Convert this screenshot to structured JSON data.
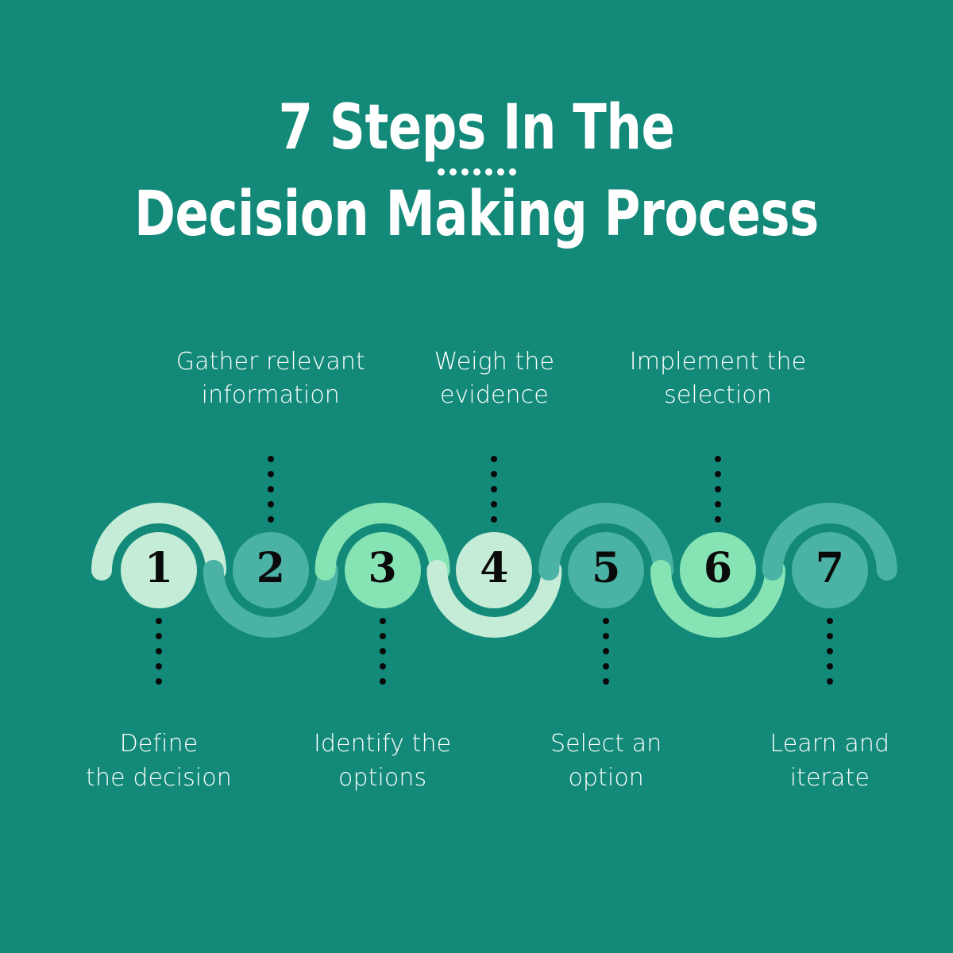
{
  "poster": {
    "background_color": "#138a79",
    "title_line1": "7 Steps In The",
    "title_line2": "Decision Making Process",
    "title_color": "#ffffff",
    "divider_dot_count": 7
  },
  "steps": [
    {
      "number": "1",
      "label_line1": "Define",
      "label_line2": "the decision",
      "label_position": "below",
      "circle_color": "#c5ecd7",
      "arc_color": "#c5ecd7",
      "arc_position": "above"
    },
    {
      "number": "2",
      "label_line1": "Gather relevant",
      "label_line2": "information",
      "label_position": "above",
      "circle_color": "#4bb3a5",
      "arc_color": "#4bb3a5",
      "arc_position": "below"
    },
    {
      "number": "3",
      "label_line1": "Identify the",
      "label_line2": "options",
      "label_position": "below",
      "circle_color": "#86e3b4",
      "arc_color": "#86e3b4",
      "arc_position": "above"
    },
    {
      "number": "4",
      "label_line1": "Weigh the",
      "label_line2": "evidence",
      "label_position": "above",
      "circle_color": "#c5ecd7",
      "arc_color": "#c5ecd7",
      "arc_position": "below"
    },
    {
      "number": "5",
      "label_line1": "Select an",
      "label_line2": "option",
      "label_position": "below",
      "circle_color": "#4bb3a5",
      "arc_color": "#4bb3a5",
      "arc_position": "above"
    },
    {
      "number": "6",
      "label_line1": "Implement the",
      "label_line2": "selection",
      "label_position": "above",
      "circle_color": "#86e3b4",
      "arc_color": "#86e3b4",
      "arc_position": "below"
    },
    {
      "number": "7",
      "label_line1": "Learn and",
      "label_line2": "iterate",
      "label_position": "below",
      "circle_color": "#4bb3a5",
      "arc_color": "#4bb3a5",
      "arc_position": "above"
    }
  ],
  "connector": {
    "dot_count": 5,
    "dot_color": "#0a0a0a"
  }
}
